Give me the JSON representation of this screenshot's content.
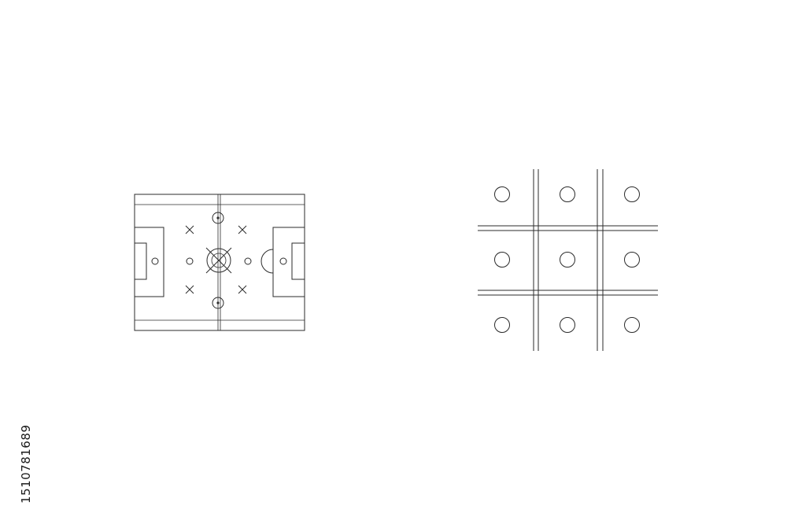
{
  "stock_id": "1510781689",
  "colors": {
    "background": "#ffffff",
    "ink": "#2b2b2b"
  },
  "left_drawing": {
    "subject": "football-pitch-tactics",
    "cross_markers": 4,
    "circle_markers": 4
  },
  "right_drawing": {
    "subject": "tic-tac-toe-grid",
    "circle_markers": 9
  }
}
